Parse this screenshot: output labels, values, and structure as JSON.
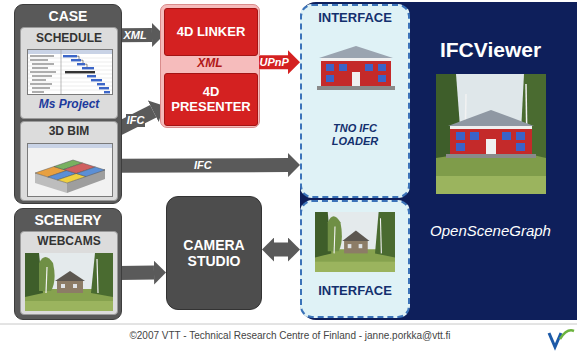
{
  "diagram": {
    "nodes": [
      {
        "text": [
          "CASE"
        ]
      },
      {
        "text": [
          "SCHEDULE",
          "Ms Project"
        ],
        "in": 0
      },
      {
        "text": [
          "3D BIM"
        ],
        "in": 0
      },
      {
        "text": [
          "SCENERY"
        ]
      },
      {
        "text": [
          "WEBCAMS"
        ],
        "in": 3
      },
      {
        "text": [
          "XML"
        ]
      },
      {
        "text": [
          "4D LINKER"
        ],
        "in": 5
      },
      {
        "text": [
          "4D PRESENTER"
        ],
        "in": 5
      },
      {
        "text": [
          "CAMERA STUDIO"
        ]
      },
      {
        "text": [
          "IFCViewer",
          "OpenSceneGraph"
        ]
      },
      {
        "text": [
          "INTERFACE",
          "TNO IFC LOADER"
        ],
        "in": 9
      },
      {
        "text": [
          "INTERFACE"
        ],
        "in": 9
      }
    ],
    "edges": [
      {
        "from": 1,
        "to": 6,
        "label": "XML",
        "arrow": "to"
      },
      {
        "from": 2,
        "to": 7,
        "label": "IFC",
        "arrow": "to"
      },
      {
        "from": 5,
        "to": 10,
        "label": "UPnP",
        "arrow": "to"
      },
      {
        "from": 2,
        "to": 10,
        "label": "IFC",
        "arrow": "to"
      },
      {
        "from": 4,
        "to": 8,
        "arrow": "to"
      },
      {
        "from": 8,
        "to": 11,
        "arrow": "both"
      }
    ],
    "labels": [
      "©2007 VTT - Technical Research Centre of Finland - janne.porkka@vtt.fi"
    ]
  }
}
